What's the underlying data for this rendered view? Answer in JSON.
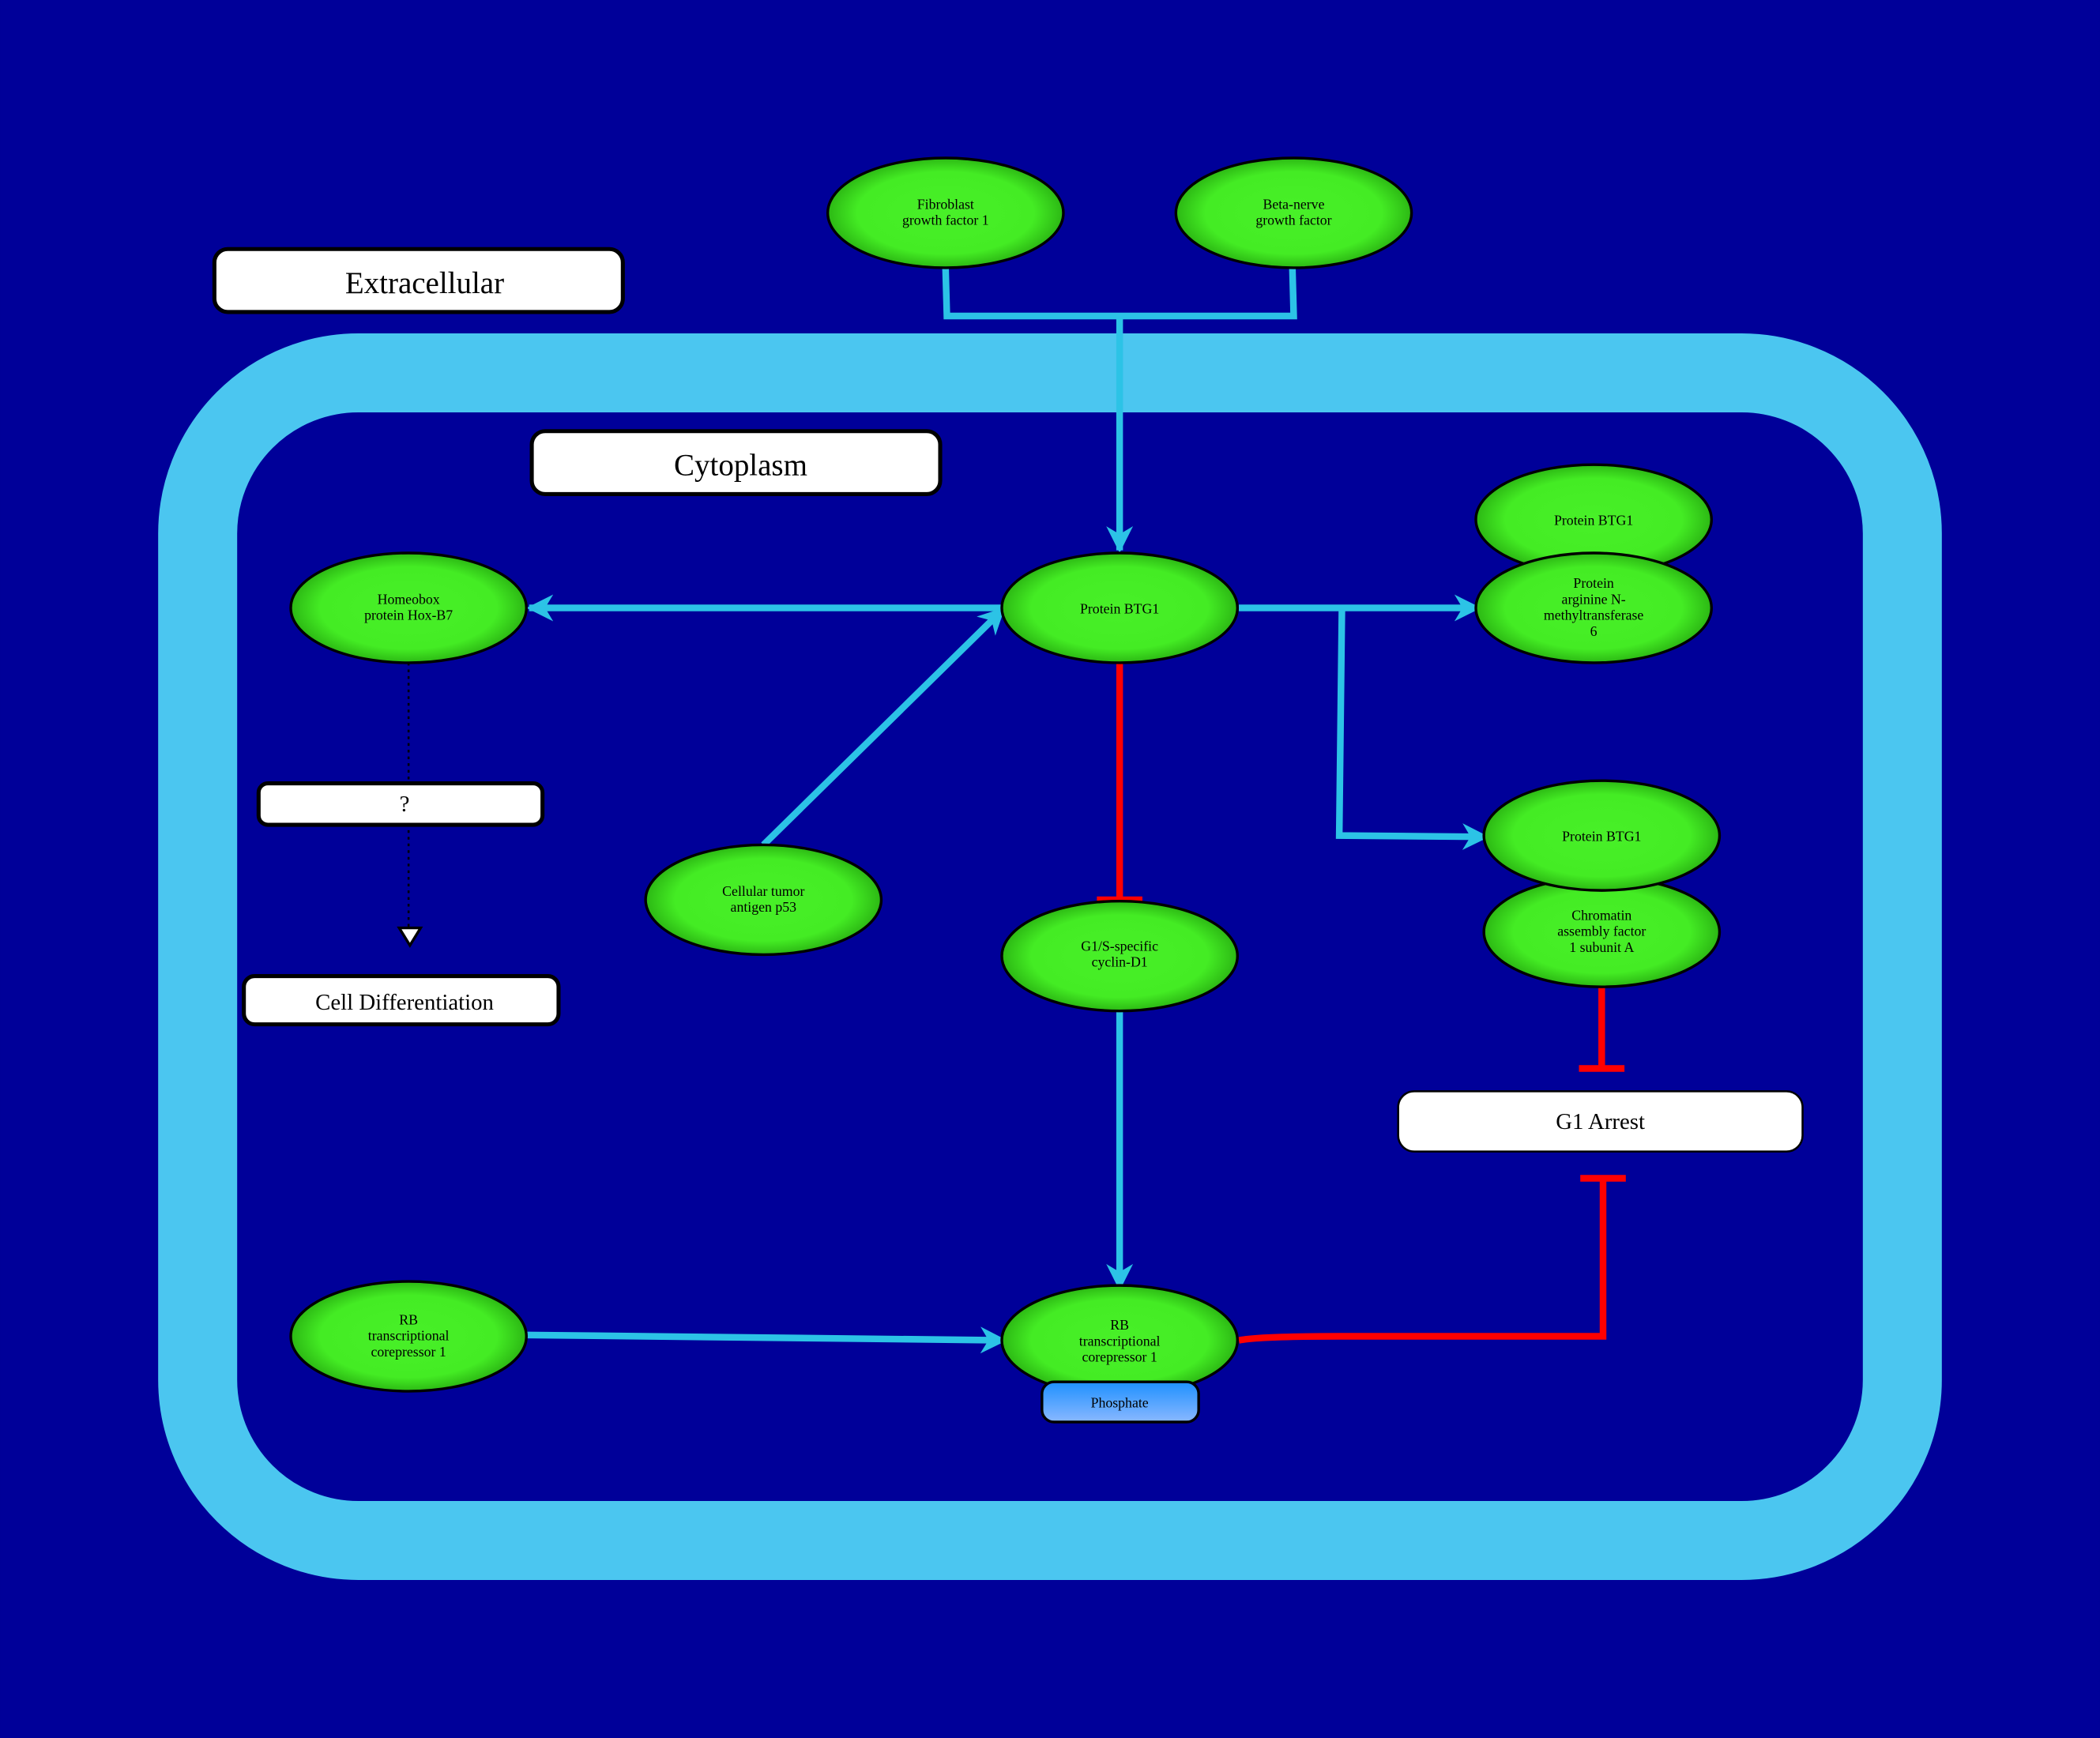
{
  "compartments": {
    "extracellular": "Extracellular",
    "cytoplasm": "Cytoplasm"
  },
  "nodes": {
    "fgf1": [
      "Fibroblast",
      "growth factor 1"
    ],
    "ngf": [
      "Beta-nerve",
      "growth factor"
    ],
    "btg1_center": [
      "Protein BTG1"
    ],
    "hoxb7": [
      "Homeobox",
      "protein Hox-B7"
    ],
    "p53": [
      "Cellular tumor",
      "antigen p53"
    ],
    "cyclin_d1": [
      "G1/S-specific",
      "cyclin-D1"
    ],
    "btg1_prmt6": [
      "Protein BTG1"
    ],
    "prmt6": [
      "Protein",
      "arginine N-",
      "methyltransferase",
      "6"
    ],
    "btg1_chaf": [
      "Protein BTG1"
    ],
    "chaf1a": [
      "Chromatin",
      "assembly factor",
      "1 subunit A"
    ],
    "rb_left": [
      "RB",
      "transcriptional",
      "corepressor 1"
    ],
    "rb_center": [
      "RB",
      "transcriptional",
      "corepressor 1"
    ],
    "phosphate": "Phosphate"
  },
  "processes": {
    "unknown": "?",
    "cell_differentiation": "Cell Differentiation",
    "g1_arrest": "G1 Arrest"
  },
  "colors": {
    "background": "#000099",
    "membrane": "#4bc6f0",
    "activation": "#2cc3e6",
    "inhibition": "#ff0000",
    "protein": "#44ee22"
  }
}
